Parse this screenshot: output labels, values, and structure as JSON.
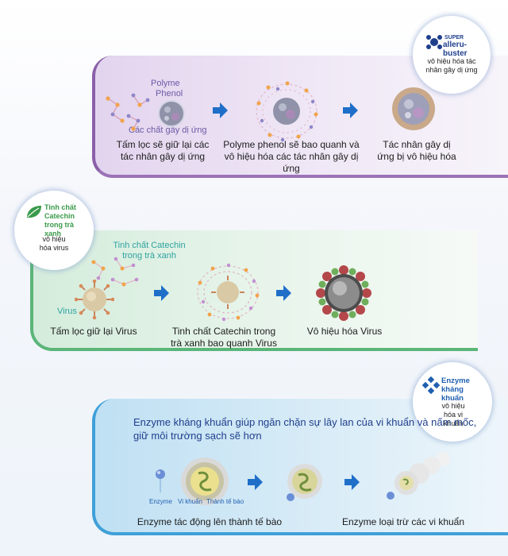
{
  "section1": {
    "badge": {
      "brand_small": "SUPER",
      "brand": "alleru-buster",
      "desc": "vô hiệu hóa tác nhân gây dị ứng",
      "icon": "allergen-molecule-icon",
      "color": "#1f3f8c"
    },
    "label_polyme": "Polyme",
    "label_phenol": "Phenol",
    "label_allergen": "Các chất gây dị ứng",
    "step1": "Tấm lọc sẽ giữ lại các tác nhân gây dị ứng",
    "step2": "Polyme phenol sẽ bao quanh và vô hiệu hóa các tác nhân gây dị ứng",
    "step3": "Tác nhân gây dị ứng bị vô hiệu hóa",
    "accent": "#8a5fa8"
  },
  "section2": {
    "badge": {
      "title": "Tinh chất Catechin trong trà xanh",
      "desc": "vô hiệu hóa virus",
      "icon": "green-leaf-icon",
      "color": "#3a9a4a"
    },
    "label_catechin": "Tinh chất Catechin trong trà xanh",
    "label_virus": "Virus",
    "step1": "Tấm lọc giữ lại Virus",
    "step2": "Tinh chất Catechin trong trà xanh bao quanh Virus",
    "step3": "Vô hiệu hóa Virus",
    "accent": "#5bb579"
  },
  "section3": {
    "badge": {
      "title": "Enzyme kháng khuẩn",
      "desc": "vô hiệu hóa vi khuẩn",
      "icon": "enzyme-diamond-icon",
      "color": "#1f5fb0"
    },
    "headline": "Enzyme kháng khuẩn giúp ngăn chặn sự lây lan của vi khuẩn và nấm mốc, giữ môi trường sạch sẽ hơn",
    "label_enzyme": "Enzyme",
    "label_bacteria": "Vi khuẩn",
    "label_cellwall": "Thành tế bào",
    "step1": "Enzyme tác động lên thành tế bào",
    "step2": "Enzyme loại trừ các vi khuẩn",
    "accent": "#3fa0d8"
  },
  "arrow_color": "#1f6fc9"
}
